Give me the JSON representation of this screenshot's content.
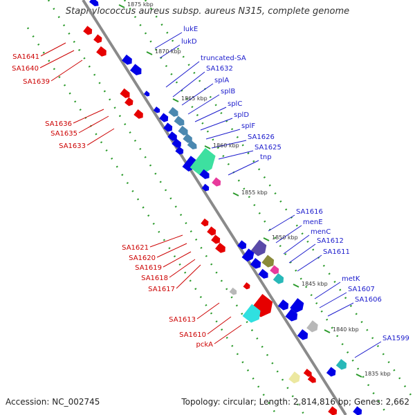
{
  "title": "Staphylococcus aureus subsp. aureus N315, complete genome",
  "footer": {
    "accession": "Accession: NC_002745",
    "stats": "Topology: circular; Length: 2,814,816 bp; Genes: 2,662"
  },
  "colors": {
    "forward_strand": "#e60000",
    "reverse_strand": "#0000e6",
    "forward_label": "#cc0000",
    "reverse_label": "#1a1acc",
    "backbone": "#8a8a8a",
    "tick_dots": "#2a9a2a",
    "steelblue_feature": "#4b88b0",
    "mint_feature": "#3de0a0",
    "magenta_feature": "#e83a9c",
    "purple_feature": "#5a4aa8",
    "olive_feature": "#8a8a3a",
    "cyan_feature": "#30e0e0",
    "teal_feature": "#28b8b8",
    "gray_feature": "#b8b8b8",
    "khaki_feature": "#ece8a0"
  },
  "kbp_ticks": [
    "1875 kbp",
    "1870 kbp",
    "1865 kbp",
    "1860 kbp",
    "1855 kbp",
    "1850 kbp",
    "1845 kbp",
    "1840 kbp",
    "1835 kbp"
  ],
  "left_labels": [
    "SA1641",
    "SA1640",
    "SA1639",
    "SA1636",
    "SA1635",
    "SA1633",
    "SA1621",
    "SA1620",
    "SA1619",
    "SA1618",
    "SA1617",
    "SA1613",
    "SA1610",
    "pckA"
  ],
  "right_labels": [
    "lukE",
    "lukD",
    "truncated-SA",
    "SA1632",
    "splA",
    "splB",
    "splC",
    "splD",
    "splF",
    "SA1626",
    "SA1625",
    "tnp",
    "SA1616",
    "menE",
    "menC",
    "SA1612",
    "SA1611",
    "metK",
    "SA1607",
    "SA1606",
    "SA1599"
  ]
}
